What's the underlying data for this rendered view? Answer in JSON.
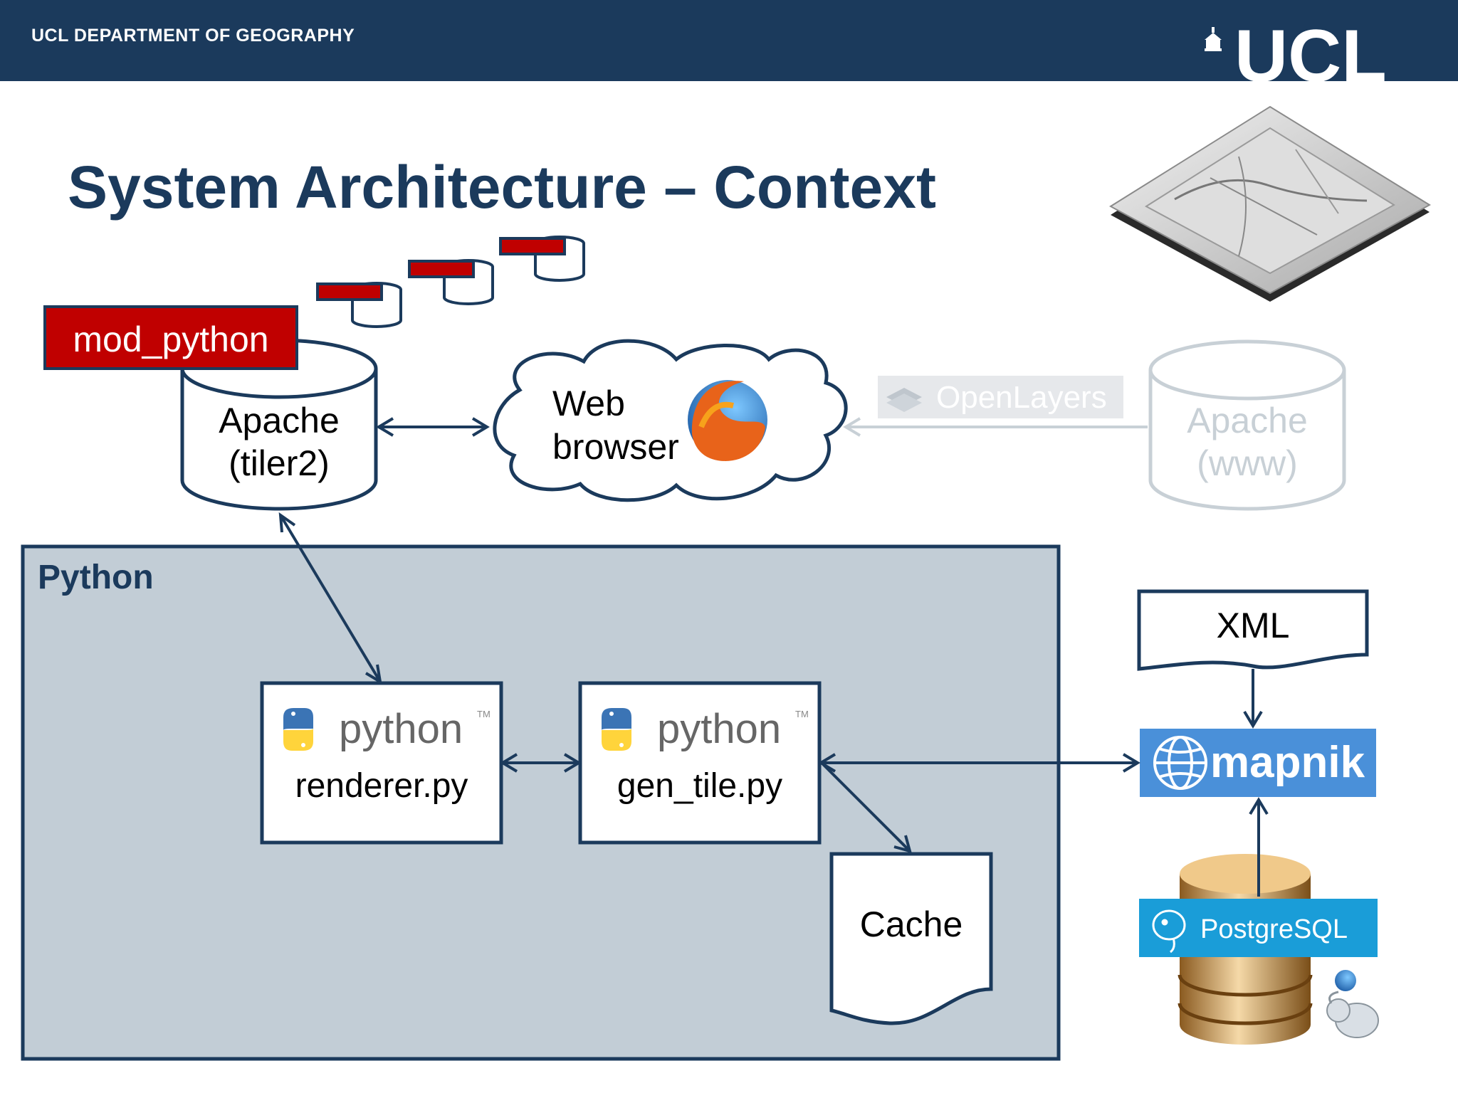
{
  "header": {
    "department": "UCL DEPARTMENT OF GEOGRAPHY",
    "logo_text": "UCL"
  },
  "slide": {
    "title": "System Architecture – Context"
  },
  "diagram": {
    "mod_python_label": "mod_python",
    "apache_tiler": {
      "line1": "Apache",
      "line2": "(tiler2)"
    },
    "web_browser": {
      "line1": "Web",
      "line2": "browser"
    },
    "openlayers_label": "OpenLayers",
    "apache_www": {
      "line1": "Apache",
      "line2": "(www)"
    },
    "python_panel_label": "Python",
    "renderer": {
      "logo_text": "python",
      "tm": "TM",
      "label": "renderer.py"
    },
    "gen_tile": {
      "logo_text": "python",
      "tm": "TM",
      "label": "gen_tile.py"
    },
    "cache_label": "Cache",
    "xml_label": "XML",
    "mapnik_label": "mapnik",
    "postgresql_label": "PostgreSQL"
  },
  "colors": {
    "navy": "#1b3a5c",
    "red": "#c00000",
    "panel": "#c2cdd6",
    "mapnik_blue": "#4a90d9",
    "postgres_blue": "#1a9dd8",
    "faded": "#c8d0d6"
  }
}
